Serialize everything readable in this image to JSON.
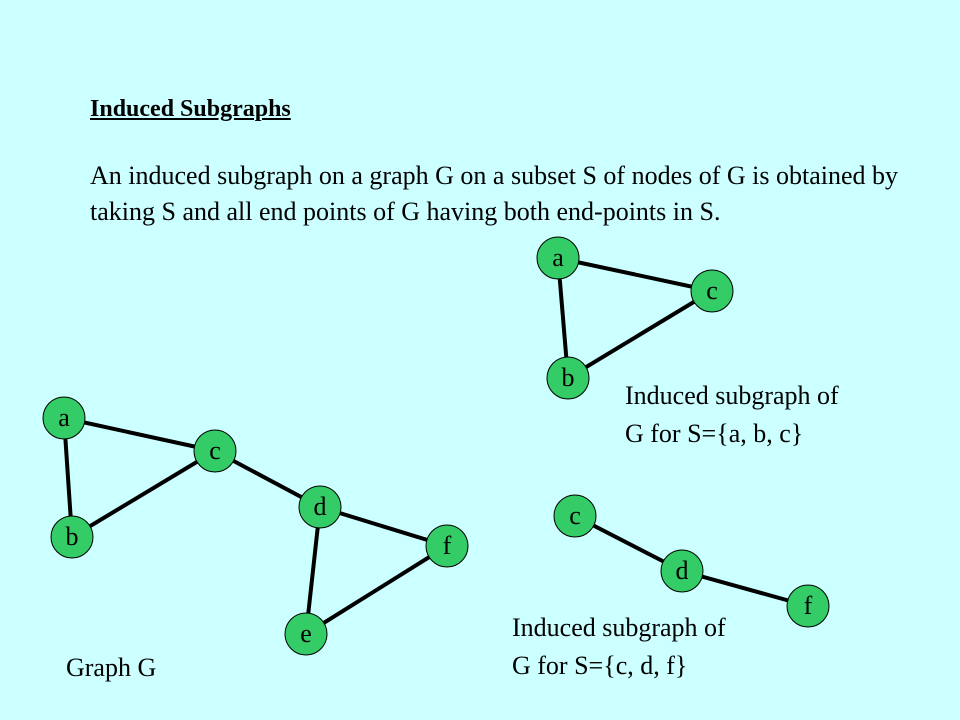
{
  "heading": "Induced Subgraphs",
  "paragraph": "An induced subgraph on a graph G on a subset S of nodes of G is obtained by taking S and all end points of G having both end-points in S.",
  "captions": {
    "graph_g": "Graph G",
    "abc_line1": "Induced subgraph of",
    "abc_line2": "G for S={a, b, c}",
    "cdf_line1": "Induced subgraph of",
    "cdf_line2": "G for S={c, d, f}"
  },
  "colors": {
    "background": "#ccffff",
    "node_fill": "#33cc66",
    "edge": "#000000"
  },
  "graph_g": {
    "nodes": [
      "a",
      "b",
      "c",
      "d",
      "e",
      "f"
    ],
    "edges": [
      [
        "a",
        "b"
      ],
      [
        "a",
        "c"
      ],
      [
        "b",
        "c"
      ],
      [
        "c",
        "d"
      ],
      [
        "d",
        "e"
      ],
      [
        "d",
        "f"
      ],
      [
        "e",
        "f"
      ]
    ]
  },
  "subgraph_abc": {
    "nodes": [
      "a",
      "b",
      "c"
    ],
    "edges": [
      [
        "a",
        "c"
      ],
      [
        "a",
        "b"
      ],
      [
        "b",
        "c"
      ]
    ]
  },
  "subgraph_cdf": {
    "nodes": [
      "c",
      "d",
      "f"
    ],
    "edges": [
      [
        "c",
        "d"
      ],
      [
        "d",
        "f"
      ]
    ]
  }
}
